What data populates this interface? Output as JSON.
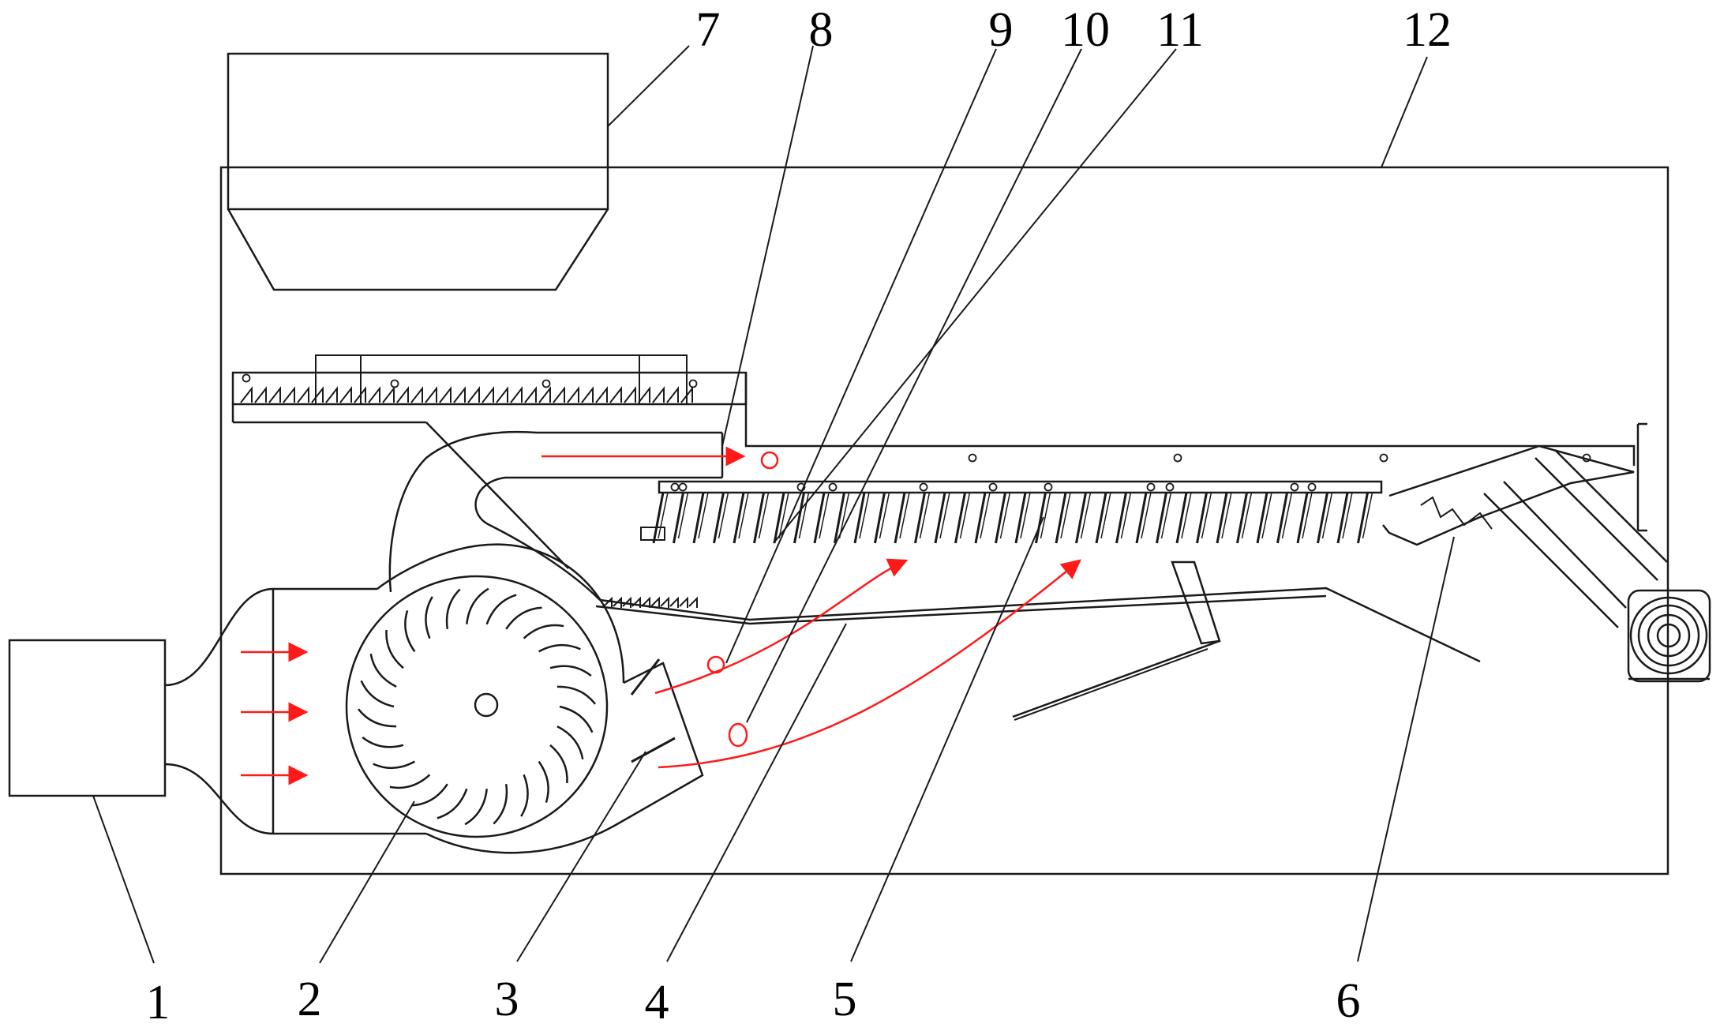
{
  "labels": [
    {
      "id": "1",
      "text": "1"
    },
    {
      "id": "2",
      "text": "2"
    },
    {
      "id": "3",
      "text": "3"
    },
    {
      "id": "4",
      "text": "4"
    },
    {
      "id": "5",
      "text": "5"
    },
    {
      "id": "6",
      "text": "6"
    },
    {
      "id": "7",
      "text": "7"
    },
    {
      "id": "8",
      "text": "8"
    },
    {
      "id": "9",
      "text": "9"
    },
    {
      "id": "10",
      "text": "10"
    },
    {
      "id": "11",
      "text": "11"
    },
    {
      "id": "12",
      "text": "12"
    }
  ],
  "colors": {
    "line": "#1a1a1a",
    "airflow": "#ff1a1a",
    "background": "#ffffff"
  }
}
